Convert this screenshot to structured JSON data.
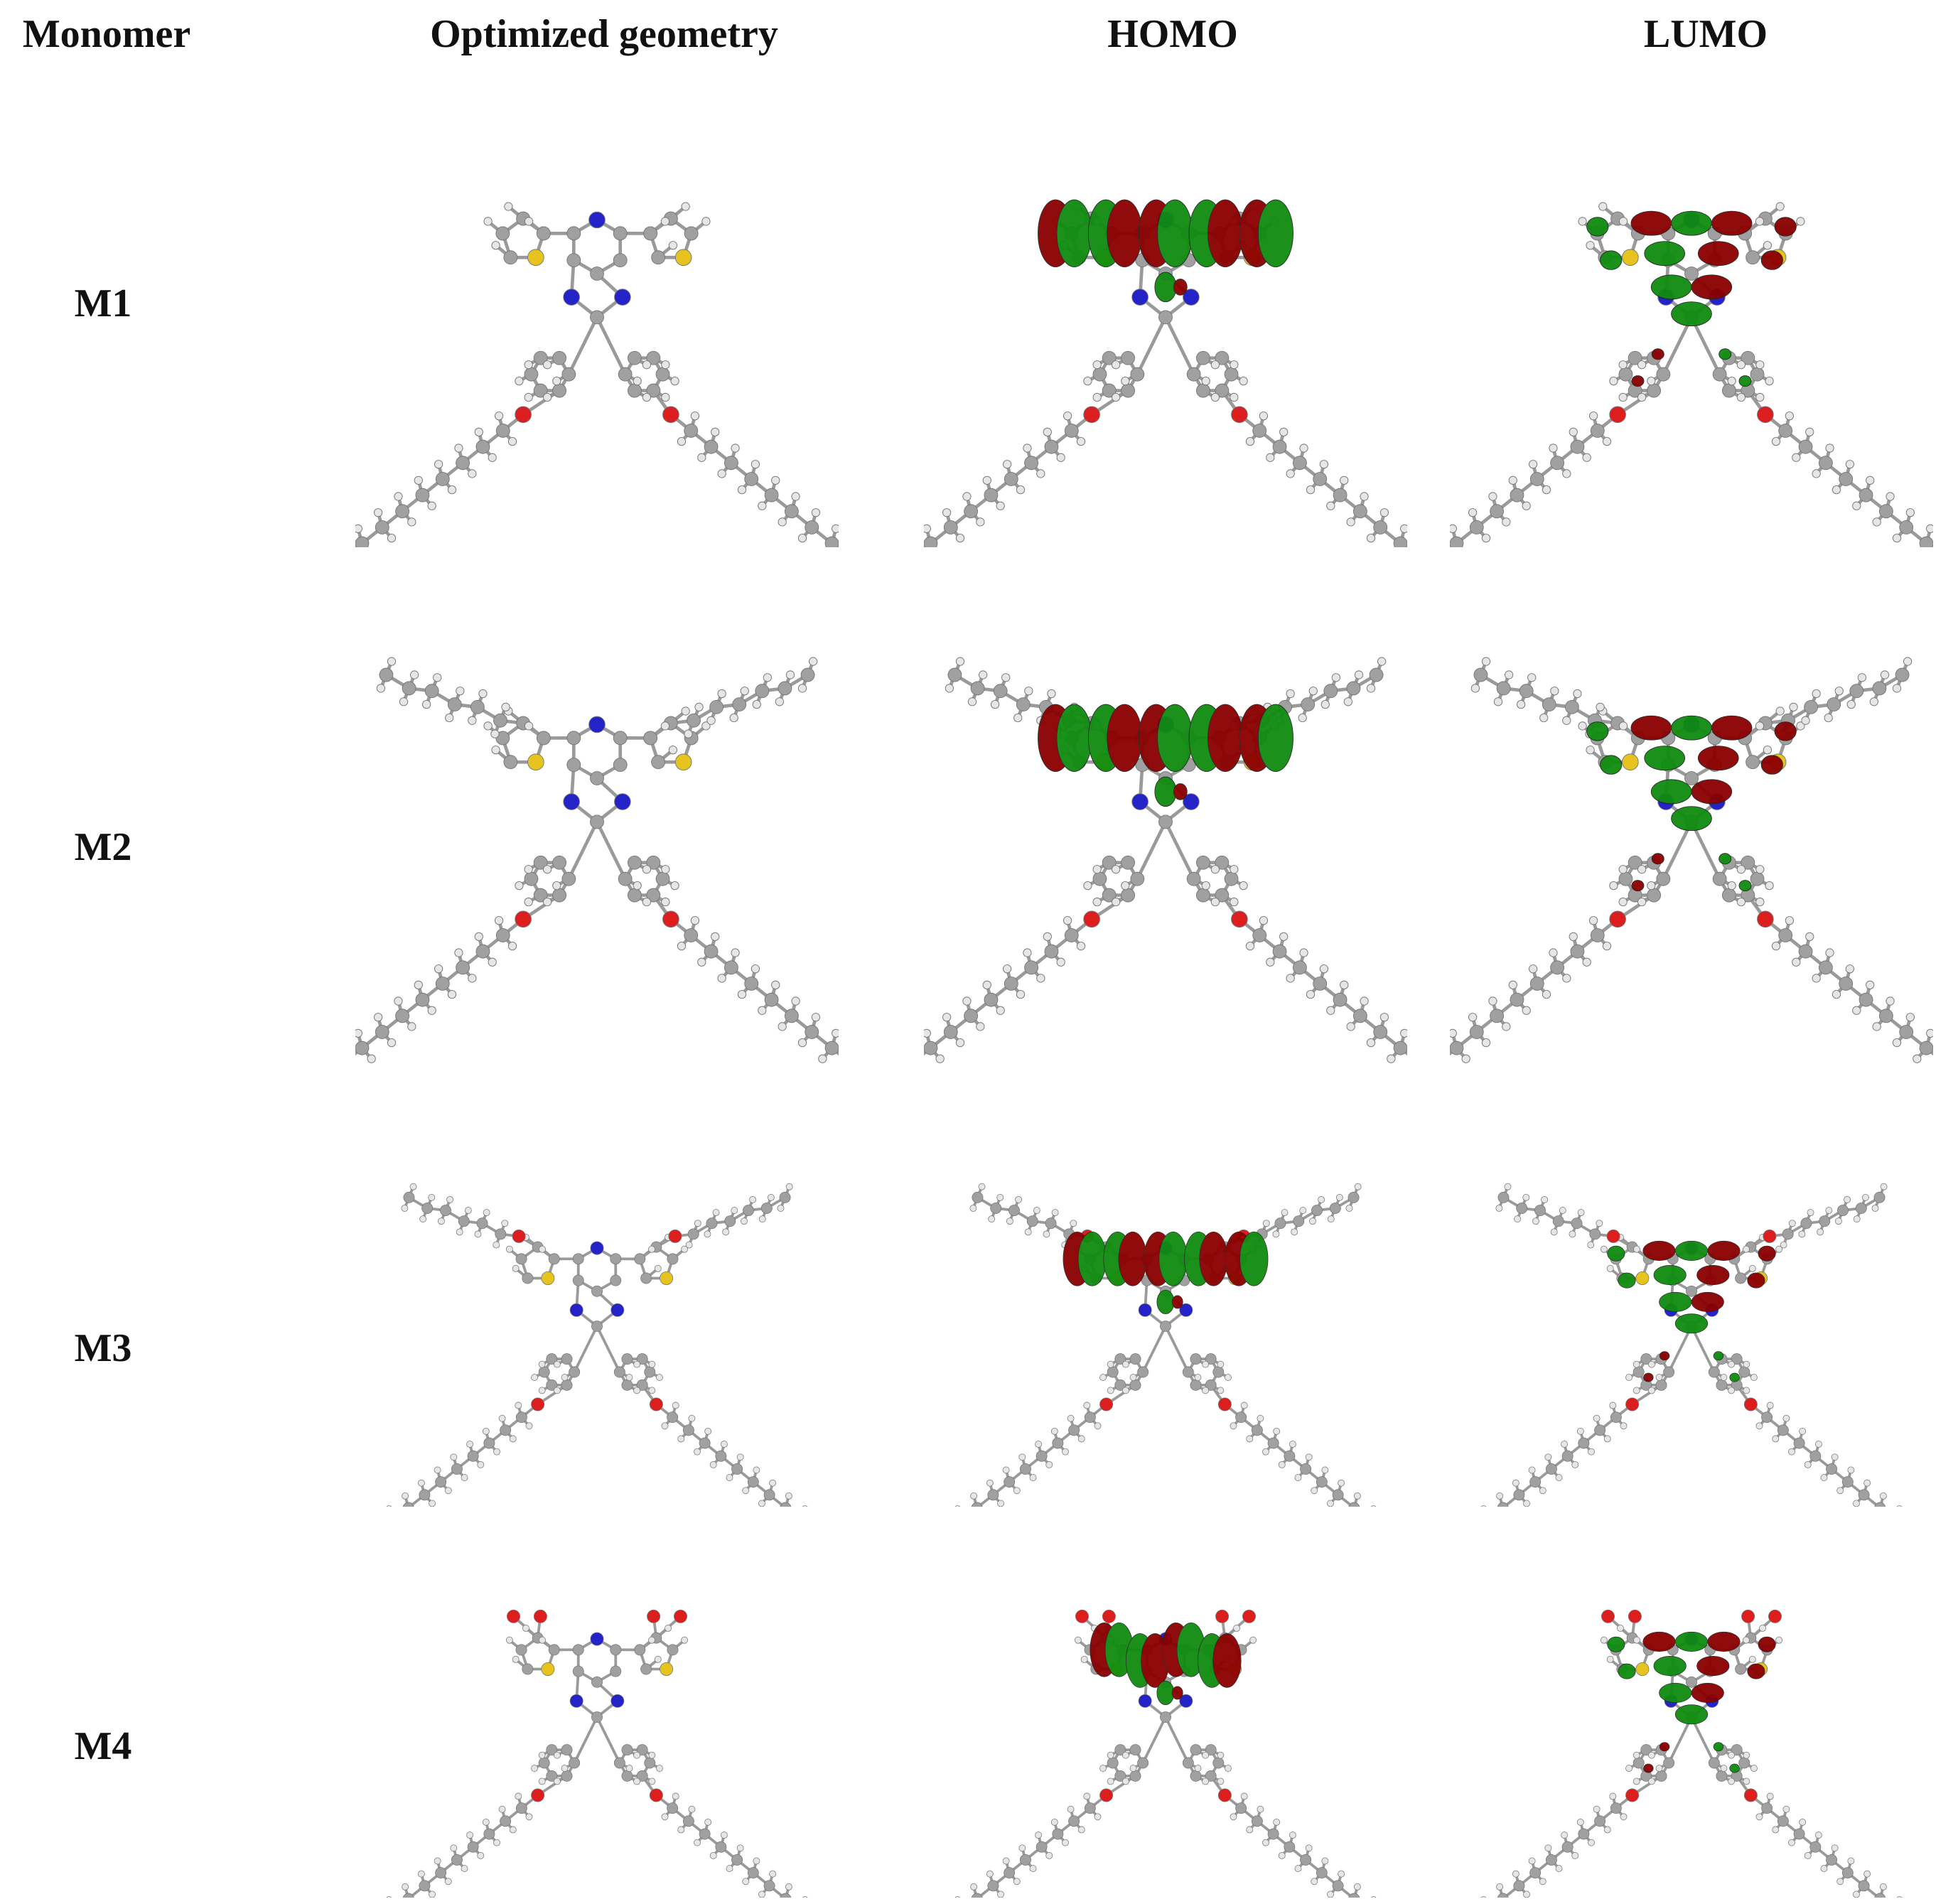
{
  "header": {
    "col_monomer": "Monomer",
    "col_geometry": "Optimized geometry",
    "col_homo": "HOMO",
    "col_lumo": "LUMO"
  },
  "rows": [
    {
      "label": "M1"
    },
    {
      "label": "M2"
    },
    {
      "label": "M3"
    },
    {
      "label": "M4"
    }
  ],
  "colors": {
    "carbon": "#a0a0a0",
    "hydrogen": "#e6e6e6",
    "nitrogen": "#2323c8",
    "sulfur": "#e6c31e",
    "oxygen": "#dc1e1e",
    "orbital_positive": "#8b0000",
    "orbital_negative": "#0f8c0f"
  }
}
